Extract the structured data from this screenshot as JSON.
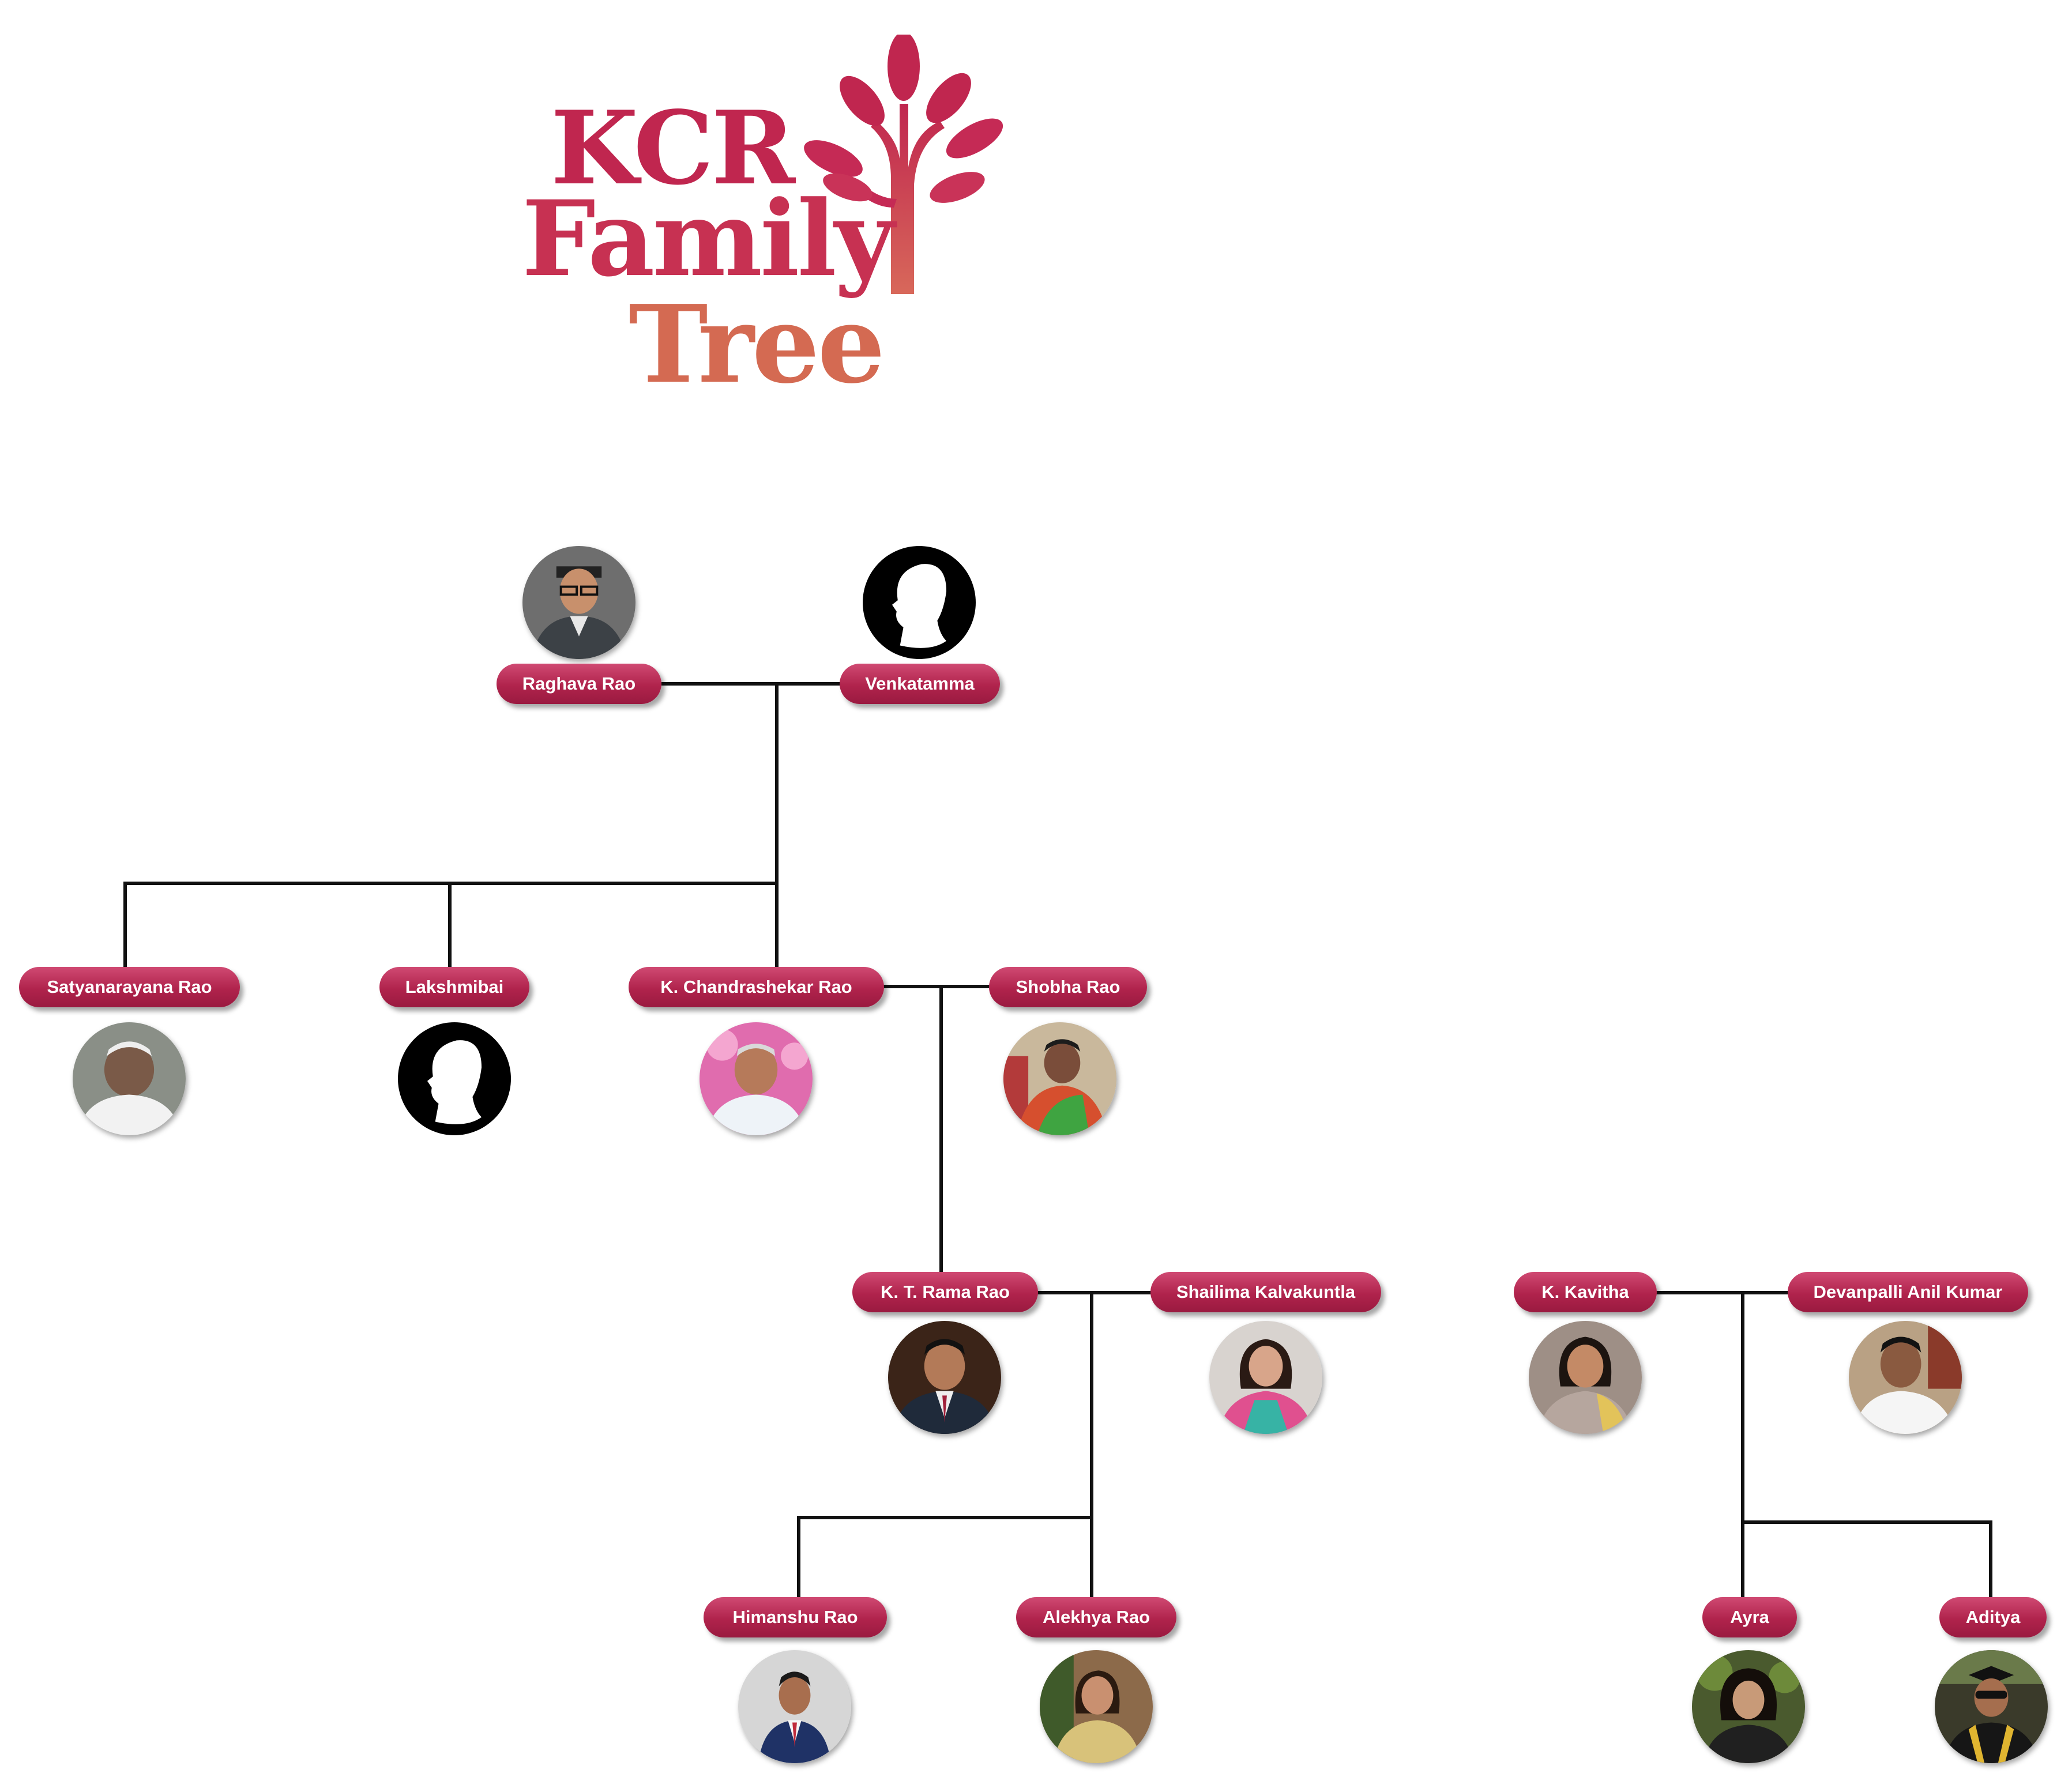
{
  "logo": {
    "line1": "KCR",
    "line2": "Family",
    "line3": "Tree",
    "icon": "tree-icon",
    "colors": {
      "primary": "#c0264f",
      "accent": "#d46a52"
    }
  },
  "pill_color": "#b82a55",
  "members": {
    "raghava": {
      "name": "Raghava Rao",
      "photo": "photo"
    },
    "venkatamma": {
      "name": "Venkatamma",
      "photo": "silhouette-icon"
    },
    "satyanarayana": {
      "name": "Satyanarayana Rao",
      "photo": "photo"
    },
    "lakshmibai": {
      "name": "Lakshmibai",
      "photo": "silhouette-icon"
    },
    "kcr": {
      "name": "K. Chandrashekar Rao",
      "photo": "photo"
    },
    "shobha": {
      "name": "Shobha Rao",
      "photo": "photo"
    },
    "ktr": {
      "name": "K. T. Rama Rao",
      "photo": "photo"
    },
    "shailima": {
      "name": "Shailima Kalvakuntla",
      "photo": "photo"
    },
    "kavitha": {
      "name": "K. Kavitha",
      "photo": "photo"
    },
    "anil": {
      "name": "Devanpalli Anil Kumar",
      "photo": "photo"
    },
    "himanshu": {
      "name": "Himanshu Rao",
      "photo": "photo"
    },
    "alekhya": {
      "name": "Alekhya Rao",
      "photo": "photo"
    },
    "ayra": {
      "name": "Ayra",
      "photo": "photo"
    },
    "aditya": {
      "name": "Aditya",
      "photo": "photo"
    }
  }
}
